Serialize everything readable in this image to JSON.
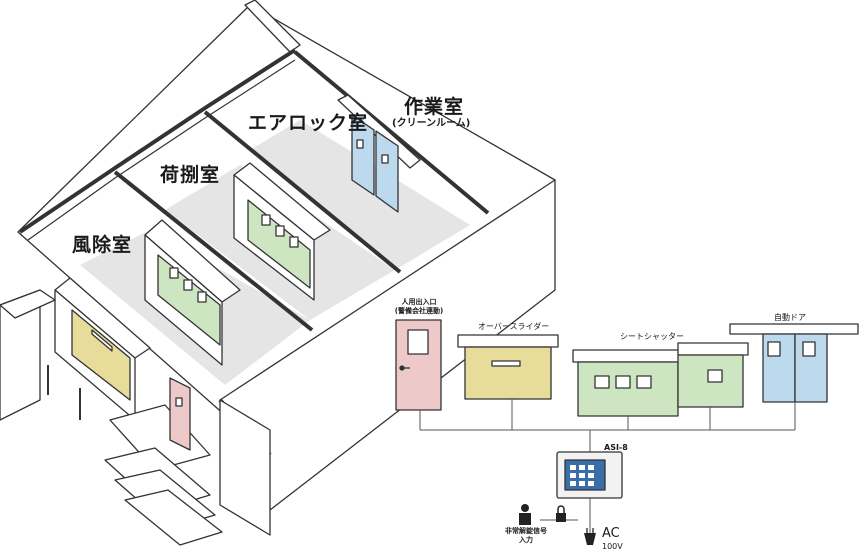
{
  "rooms": {
    "work": "作業室",
    "work_sub": "(クリーンルーム)",
    "airlock": "エアロック室",
    "unpack": "荷捌室",
    "airshower": "風除室"
  },
  "devices": {
    "personnel_door": "人用出入口",
    "personnel_door_sub": "(警備会社連動)",
    "overslider": "オーバースライダー",
    "sheet_shutter": "シートシャッター",
    "auto_door": "自動ドア",
    "controller": "ASI-8",
    "emergency_input": "非常解錠信号",
    "emergency_input_sub": "入力",
    "power": "AC",
    "power_sub": "100V"
  },
  "colors": {
    "yellow_door": "#e8dc9a",
    "green_door": "#cde5c0",
    "blue_door": "#bcd9ee",
    "pink_door": "#eec9c9",
    "floor": "#e5e5e5",
    "outline": "#333333"
  }
}
